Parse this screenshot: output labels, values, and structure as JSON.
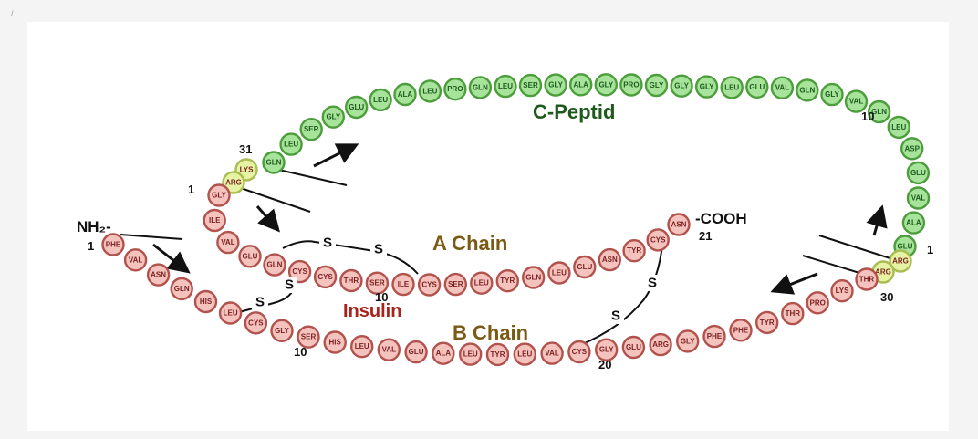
{
  "corner_mark": "/",
  "labels": {
    "c_peptid": "C-Peptid",
    "a_chain": "A Chain",
    "b_chain": "B Chain",
    "insulin": "Insulin",
    "nh2": "NH₂-",
    "cooh": "-COOH",
    "disulfide": "S"
  },
  "numbers": {
    "c_10": "10",
    "c_31": "31",
    "c_1": "1",
    "a_1": "1",
    "a_10": "10",
    "a_21": "21",
    "b_1": "1",
    "b_10": "10",
    "b_20": "20",
    "b_30": "30"
  },
  "colors": {
    "green_fill": "#a7e39a",
    "green_stroke": "#4c9d3c",
    "pink_fill": "#f5c3be",
    "pink_stroke": "#b2524d",
    "link_fill": "#e6f3a4",
    "link_stroke": "#a9bd52",
    "title_green": "#1e5a1e",
    "title_brown": "#7a5a14",
    "title_red": "#a8231b"
  },
  "a_chain": [
    "GLY",
    "ILE",
    "VAL",
    "GLU",
    "GLN",
    "CYS",
    "CYS",
    "THR",
    "SER",
    "ILE",
    "CYS",
    "SER",
    "LEU",
    "TYR",
    "GLN",
    "LEU",
    "GLU",
    "ASN",
    "TYR",
    "CYS",
    "ASN"
  ],
  "b_chain": [
    "PHE",
    "VAL",
    "ASN",
    "GLN",
    "HIS",
    "LEU",
    "CYS",
    "GLY",
    "SER",
    "HIS",
    "LEU",
    "VAL",
    "GLU",
    "ALA",
    "LEU",
    "TYR",
    "LEU",
    "VAL",
    "CYS",
    "GLY",
    "GLU",
    "ARG",
    "GLY",
    "PHE",
    "PHE",
    "TYR",
    "THR",
    "PRO",
    "LYS",
    "THR"
  ],
  "link_left": [
    "LYS",
    "ARG"
  ],
  "link_right": [
    "ARG",
    "ARG"
  ],
  "c_peptide": [
    "GLU",
    "ALA",
    "VAL",
    "GLU",
    "ASP",
    "LEU",
    "GLN",
    "VAL",
    "GLY",
    "GLN",
    "VAL",
    "GLU",
    "LEU",
    "GLY",
    "GLY",
    "GLY",
    "PRO",
    "GLY",
    "ALA",
    "GLY",
    "SER",
    "LEU",
    "GLN",
    "PRO",
    "LEU",
    "ALA",
    "LEU",
    "GLU",
    "GLY",
    "SER",
    "LEU",
    "GLN"
  ]
}
